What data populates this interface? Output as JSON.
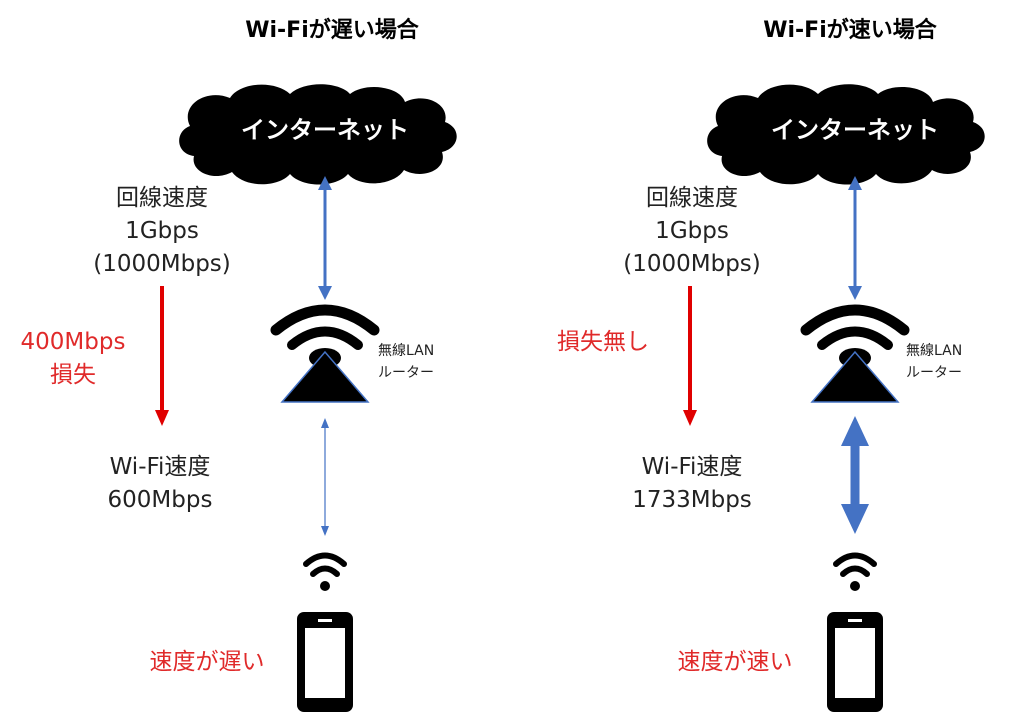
{
  "colors": {
    "blue": "#4472c4",
    "red": "#e00000",
    "black": "#000000",
    "white": "#ffffff",
    "red_text": "#e02a2a"
  },
  "icons": [
    "cloud-icon",
    "wifi-icon",
    "router-icon",
    "smartphone-icon",
    "arrow-icon"
  ],
  "left": {
    "title": "Wi-Fiが遅い場合",
    "cloud_label": "インターネット",
    "line_speed": [
      "回線速度",
      "1Gbps",
      "(1000Mbps)"
    ],
    "loss": [
      "400Mbps",
      "損失"
    ],
    "wifi_speed": [
      "Wi-Fi速度",
      "600Mbps"
    ],
    "router_label": [
      "無線LAN",
      "ルーター"
    ],
    "result": "速度が遅い"
  },
  "right": {
    "title": "Wi-Fiが速い場合",
    "cloud_label": "インターネット",
    "line_speed": [
      "回線速度",
      "1Gbps",
      "(1000Mbps)"
    ],
    "loss": [
      "損失無し"
    ],
    "wifi_speed": [
      "Wi-Fi速度",
      "1733Mbps"
    ],
    "router_label": [
      "無線LAN",
      "ルーター"
    ],
    "result": "速度が速い"
  }
}
